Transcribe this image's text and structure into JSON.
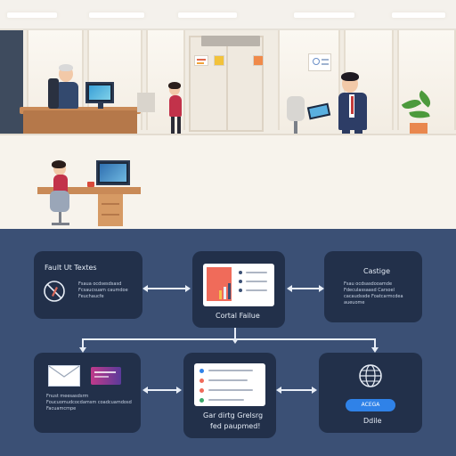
{
  "nodes": {
    "top_left": {
      "title": "Fault Ut Textes",
      "text": "Fsaua ocdsesdsasd Fcsaucsuam caumdoe Feuchaucfe"
    },
    "top_center": {
      "title": "Cortal Failue"
    },
    "top_right": {
      "title": "Castige",
      "text": "Fsau ocdsasdooamde Fdeculassaasd Carsoel cacaudssde Foatcarmcdea aueuome"
    },
    "bottom_left": {
      "text": "Fnust meesasdsrm Foucuomudcocdamsm coadcuamdosd Facuamcmpe"
    },
    "bottom_center": {
      "title": "Gar dirtg Grelsrg",
      "subtitle": "fed paupmed!"
    },
    "bottom_right": {
      "button": "ACEGA",
      "caption": "Ddile"
    }
  },
  "colors": {
    "diagram_bg": "#3b5075",
    "node_bg": "#22304a",
    "arrow": "#e8eef7",
    "accent_blue": "#2f82e8",
    "chart_red": "#f06b5a"
  },
  "icons": {
    "top_left": "prohibited-tool-icon",
    "top_center": "bar-chart-icon",
    "bottom_left": "envelope-icon",
    "bottom_right": "globe-icon"
  }
}
